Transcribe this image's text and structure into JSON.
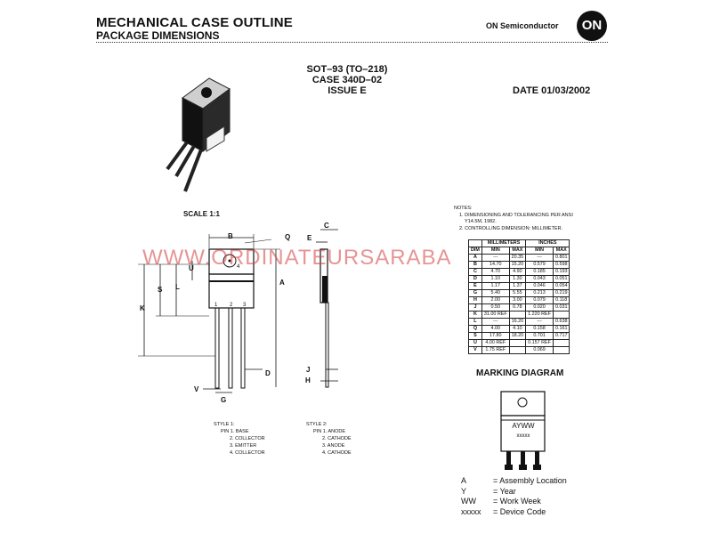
{
  "header": {
    "title": "MECHANICAL CASE OUTLINE",
    "subtitle": "PACKAGE DIMENSIONS",
    "brand": "ON Semiconductor",
    "logo_text": "ON"
  },
  "package": {
    "name": "SOT–93 (TO–218)",
    "case": "CASE 340D–02",
    "issue": "ISSUE E",
    "date": "DATE 01/03/2002"
  },
  "scale": "SCALE 1:1",
  "drawing_labels": {
    "B": "B",
    "Q": "Q",
    "U": "U",
    "L": "L",
    "S": "S",
    "K": "K",
    "A": "A",
    "V": "V",
    "G": "G",
    "D": "D",
    "C": "C",
    "E": "E",
    "J": "J",
    "H": "H",
    "pin1": "1",
    "pin2": "2",
    "pin3": "3",
    "pin4": "4"
  },
  "notes": {
    "title": "NOTES:",
    "items": [
      "1. DIMENSIONING AND TOLERANCING PER ANSI",
      "Y14.5M, 1982.",
      "2. CONTROLLING DIMENSION: MILLIMETER."
    ]
  },
  "dimension_table": {
    "group_headers": [
      "MILLIMETERS",
      "INCHES"
    ],
    "columns": [
      "DIM",
      "MIN",
      "MAX",
      "MIN",
      "MAX"
    ],
    "rows": [
      [
        "A",
        "---",
        "20.35",
        "---",
        "0.801"
      ],
      [
        "B",
        "14.70",
        "15.20",
        "0.579",
        "0.598"
      ],
      [
        "C",
        "4.70",
        "4.90",
        "0.185",
        "0.193"
      ],
      [
        "D",
        "1.10",
        "1.30",
        "0.043",
        "0.051"
      ],
      [
        "E",
        "1.17",
        "1.37",
        "0.046",
        "0.054"
      ],
      [
        "G",
        "5.40",
        "5.55",
        "0.213",
        "0.219"
      ],
      [
        "H",
        "2.00",
        "3.00",
        "0.079",
        "0.118"
      ],
      [
        "J",
        "0.50",
        "0.78",
        "0.020",
        "0.031"
      ],
      [
        "K",
        "31.00 REF",
        "",
        "1.220 REF",
        ""
      ],
      [
        "L",
        "---",
        "16.20",
        "---",
        "0.638"
      ],
      [
        "Q",
        "4.00",
        "4.10",
        "0.158",
        "0.161"
      ],
      [
        "S",
        "17.80",
        "18.20",
        "0.701",
        "0.717"
      ],
      [
        "U",
        "4.00 REF",
        "",
        "0.157 REF",
        ""
      ],
      [
        "V",
        "1.75 REF",
        "",
        "0.069",
        ""
      ]
    ]
  },
  "styles": {
    "style1": {
      "title": "STYLE 1:",
      "pins": [
        "PIN 1.  BASE",
        "2.  COLLECTOR",
        "3.  EMITTER",
        "4.  COLLECTOR"
      ]
    },
    "style2": {
      "title": "STYLE 2:",
      "pins": [
        "PIN 1.  ANODE",
        "2.  CATHODE",
        "3.  ANODE",
        "4.  CATHODE"
      ]
    }
  },
  "marking": {
    "title": "MARKING DIAGRAM",
    "line1": "AYWW",
    "line2": "xxxxx",
    "legend": [
      {
        "key": "A",
        "value": "= Assembly Location"
      },
      {
        "key": "Y",
        "value": "= Year"
      },
      {
        "key": "WW",
        "value": "= Work Week"
      },
      {
        "key": "xxxxx",
        "value": "= Device Code"
      }
    ]
  },
  "watermark": "WWW.ORDINATEURSARABA"
}
